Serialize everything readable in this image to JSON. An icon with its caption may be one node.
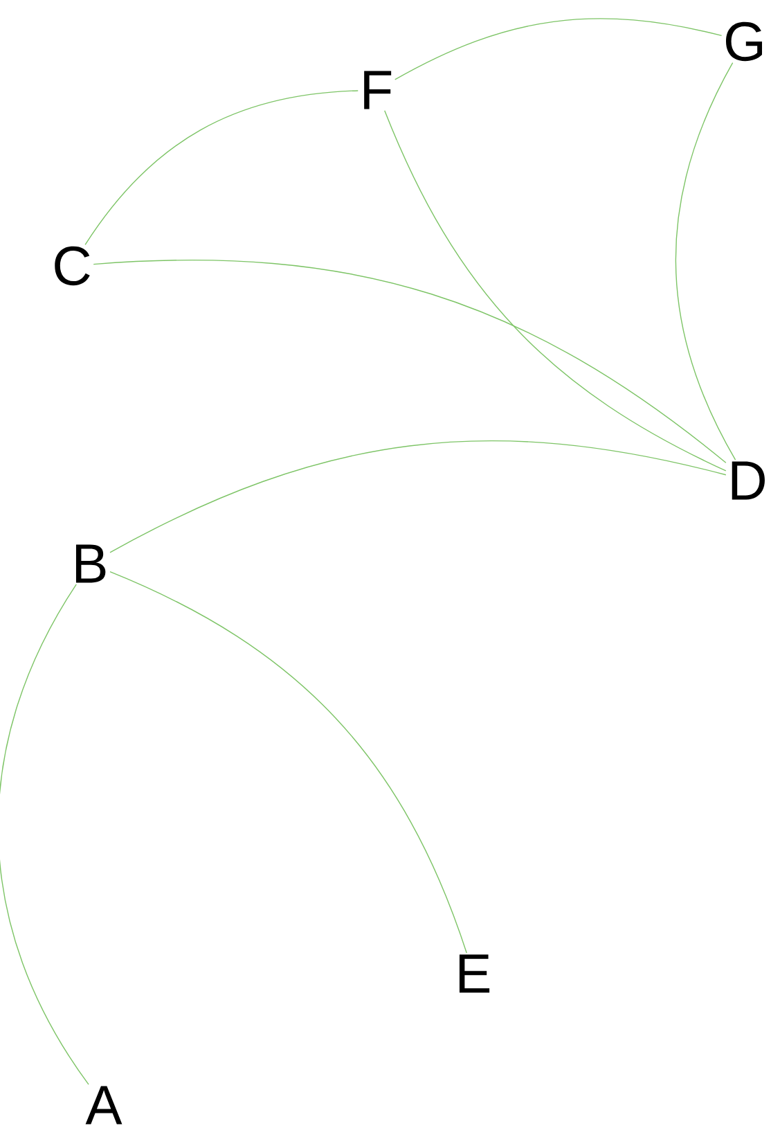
{
  "diagram": {
    "nodes": [
      {
        "text": [
          "G"
        ]
      },
      {
        "text": [
          "F"
        ]
      },
      {
        "text": [
          "C"
        ]
      },
      {
        "text": [
          "D"
        ]
      },
      {
        "text": [
          "B"
        ]
      },
      {
        "text": [
          "E"
        ]
      },
      {
        "text": [
          "A"
        ]
      }
    ],
    "edges": [
      {
        "from": 2,
        "to": 1,
        "arrow": "none"
      },
      {
        "from": 1,
        "to": 0,
        "arrow": "none"
      },
      {
        "from": 1,
        "to": 3,
        "arrow": "none"
      },
      {
        "from": 2,
        "to": 3,
        "arrow": "none"
      },
      {
        "from": 0,
        "to": 3,
        "arrow": "none"
      },
      {
        "from": 4,
        "to": 3,
        "arrow": "none"
      },
      {
        "from": 4,
        "to": 6,
        "arrow": "none"
      },
      {
        "from": 4,
        "to": 5,
        "arrow": "none"
      }
    ]
  }
}
